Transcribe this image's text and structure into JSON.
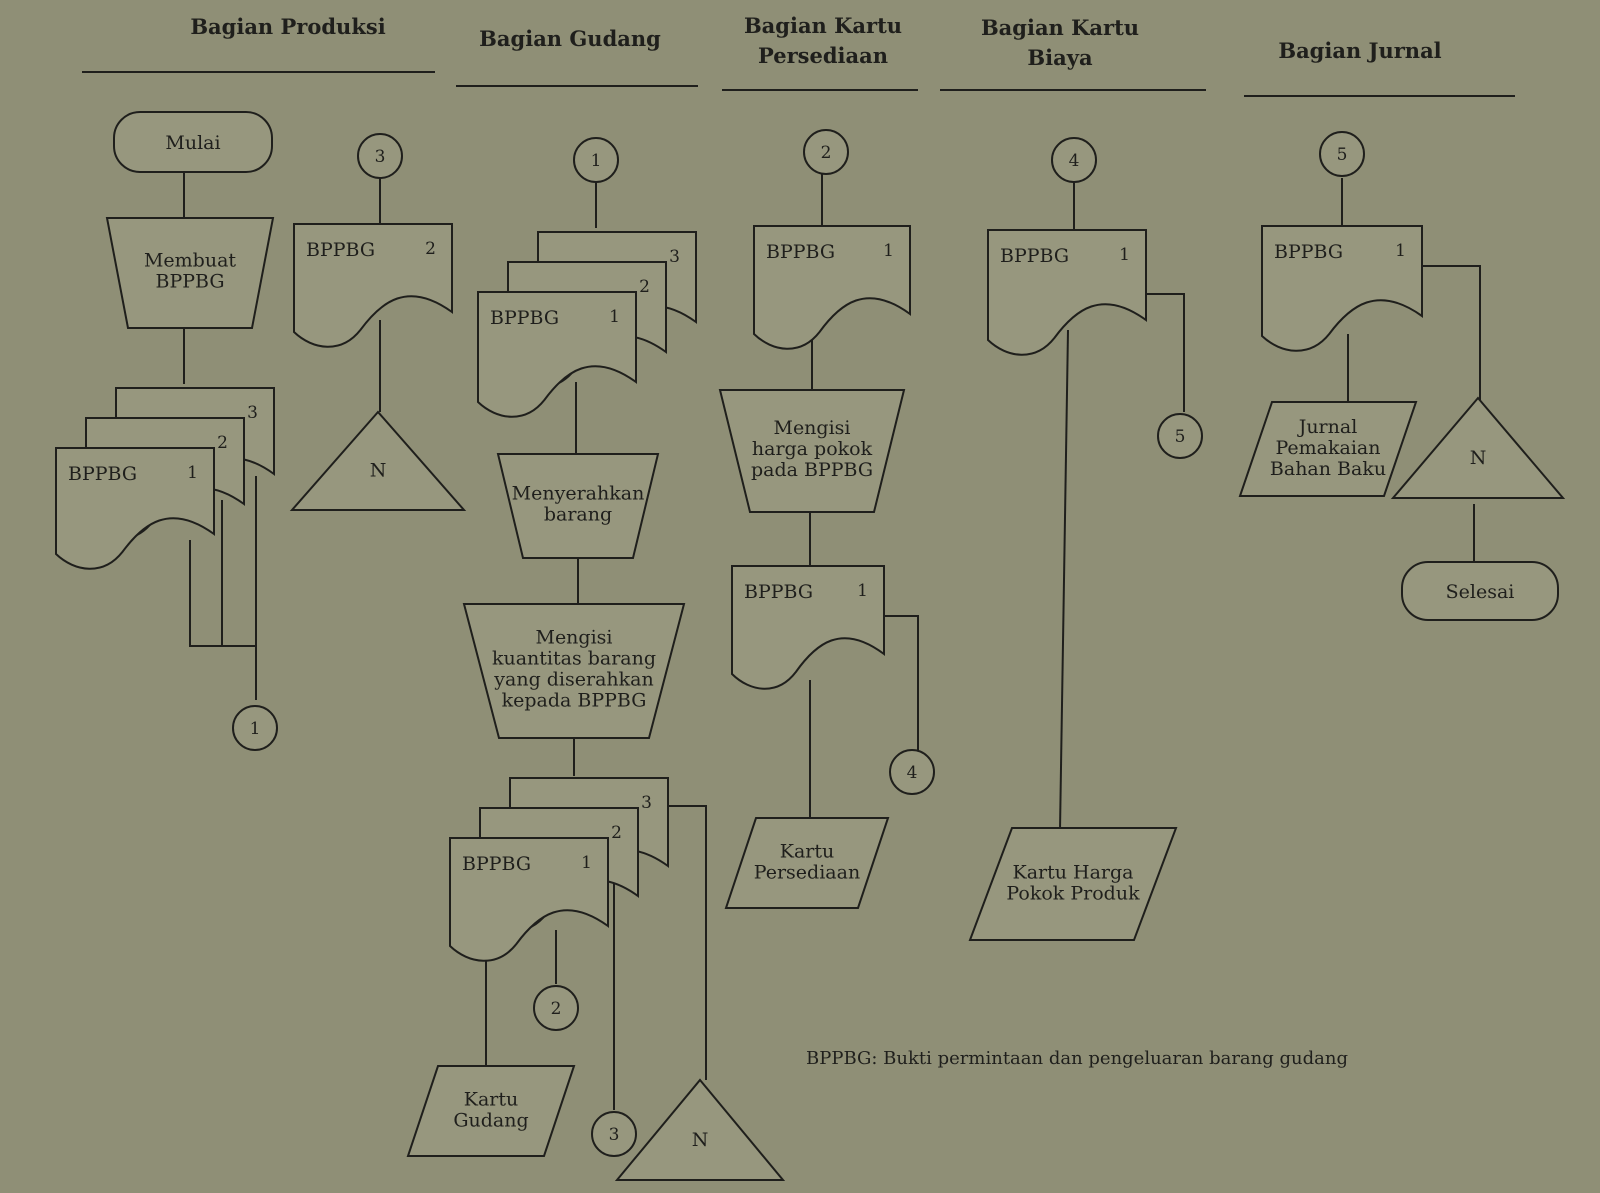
{
  "lanes": [
    {
      "title": "Bagian Produksi"
    },
    {
      "title": "Bagian Gudang"
    },
    {
      "title": "Bagian Kartu\nPersediaan"
    },
    {
      "title": "Bagian Kartu\nBiaya"
    },
    {
      "title": "Bagian Jurnal"
    }
  ],
  "labels": {
    "start": "Mulai",
    "end": "Selesai",
    "doc": "BPPBG",
    "c1": "1",
    "c2": "2",
    "c3": "3",
    "c4": "4",
    "c5": "5",
    "n": "N",
    "membuat": "Membuat\nBPPBG",
    "menyerahkan": "Menyerahkan\nbarang",
    "mengisi_kuantitas": "Mengisi\nkuantitas barang\nyang diserahkan\nkepada BPPBG",
    "mengisi_harga": "Mengisi\nharga pokok\npada BPPBG",
    "kartu_gudang": "Kartu\nGudang",
    "kartu_persediaan": "Kartu\nPersediaan",
    "kartu_hpp": "Kartu Harga\nPokok Produk",
    "jurnal": "Jurnal\nPemakaian\nBahan Baku",
    "legend": "BPPBG: Bukti permintaan dan pengeluaran barang gudang"
  }
}
